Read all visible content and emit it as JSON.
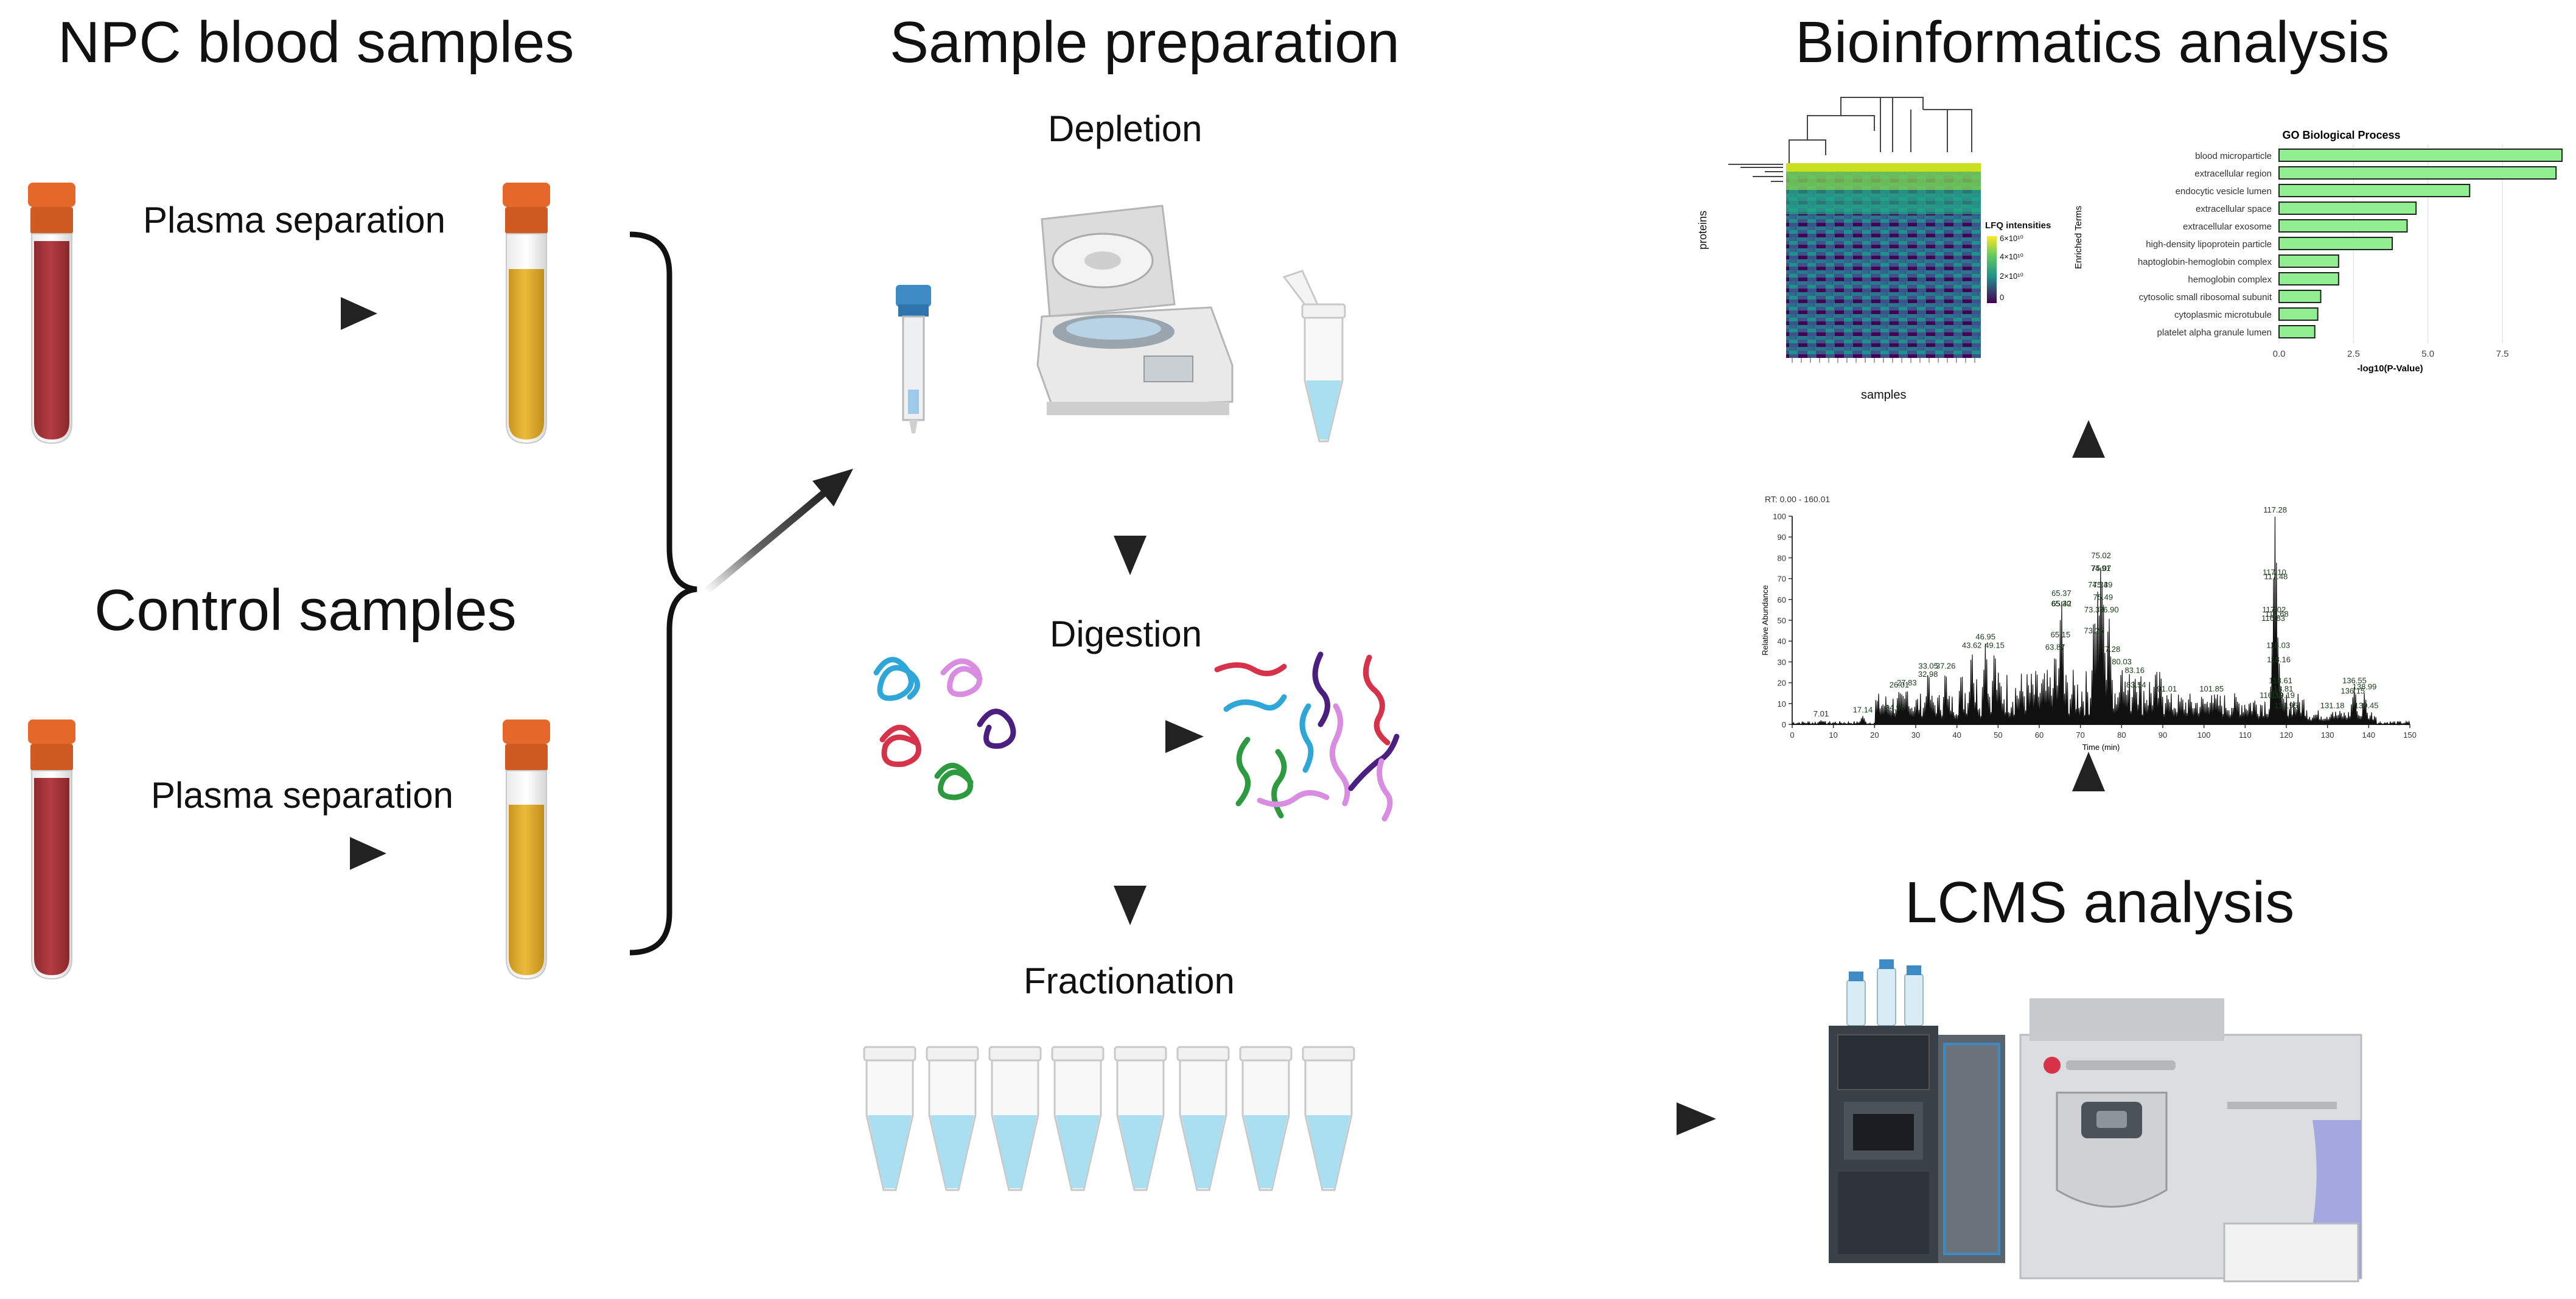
{
  "headings": {
    "npc": "NPC blood samples",
    "control": "Control samples",
    "sample_prep": "Sample preparation",
    "bioinfo": "Bioinformatics analysis",
    "lcms": "LCMS analysis"
  },
  "steps": {
    "plasma_sep_1": "Plasma separation",
    "plasma_sep_2": "Plasma separation",
    "depletion": "Depletion",
    "digestion": "Digestion",
    "fractionation": "Fractionation"
  },
  "colors": {
    "blood": "#a9353a",
    "plasma": "#e2b234",
    "cap": "#e4682a",
    "arrow": "#222222",
    "bar_fill": "#90ee90",
    "tube_liquid": "#a9dff0"
  },
  "heatmap": {
    "legend_title": "LFQ intensities",
    "legend_ticks": [
      "6×10¹⁰",
      "4×10¹⁰",
      "2×10¹⁰",
      "0"
    ],
    "ylabel": "proteins",
    "xlabel": "samples"
  },
  "chart_data": [
    {
      "type": "bar",
      "orientation": "horizontal",
      "title": "GO Biological Process",
      "xlabel": "-log10(P-Value)",
      "ylabel": "Enriched Terms",
      "xlim": [
        0,
        9.5
      ],
      "xticks": [
        "0.0",
        "2.5",
        "5.0",
        "7.5"
      ],
      "categories": [
        "blood microparticle",
        "extracellular region",
        "endocytic vesicle lumen",
        "extracellular space",
        "extracellular exosome",
        "high-density lipoprotein particle",
        "haptoglobin-hemoglobin complex",
        "hemoglobin complex",
        "cytosolic small ribosomal subunit",
        "cytoplasmic microtubule",
        "platelet alpha granule lumen"
      ],
      "values": [
        9.5,
        9.3,
        6.4,
        4.6,
        4.3,
        3.8,
        2.0,
        2.0,
        1.4,
        1.3,
        1.2
      ]
    },
    {
      "type": "line",
      "subtype": "mass chromatogram",
      "header": "RT: 0.00 - 160.01",
      "xlabel": "Time (min)",
      "ylabel": "Relative Abundance",
      "xlim": [
        0,
        150
      ],
      "ylim": [
        0,
        100
      ],
      "xticks": [
        "0",
        "10",
        "20",
        "30",
        "40",
        "50",
        "60",
        "70",
        "80",
        "90",
        "100",
        "110",
        "120",
        "130",
        "140",
        "150"
      ],
      "yticks": [
        "0",
        "10",
        "20",
        "30",
        "40",
        "50",
        "60",
        "70",
        "80",
        "90",
        "100"
      ],
      "peaks": [
        {
          "x": 7.01,
          "y": 2,
          "label": "7.01"
        },
        {
          "x": 17.14,
          "y": 4,
          "label": "17.14"
        },
        {
          "x": 24.96,
          "y": 5,
          "label": "24.96"
        },
        {
          "x": 26.01,
          "y": 16,
          "label": "26.01"
        },
        {
          "x": 27.83,
          "y": 17,
          "label": "27.83"
        },
        {
          "x": 32.98,
          "y": 21,
          "label": "32.98"
        },
        {
          "x": 33.05,
          "y": 25,
          "label": "33.05"
        },
        {
          "x": 37.26,
          "y": 25,
          "label": "37.26"
        },
        {
          "x": 43.62,
          "y": 35,
          "label": "43.62"
        },
        {
          "x": 46.95,
          "y": 39,
          "label": "46.95"
        },
        {
          "x": 49.15,
          "y": 35,
          "label": "49.15"
        },
        {
          "x": 63.87,
          "y": 34,
          "label": "63.87"
        },
        {
          "x": 65.15,
          "y": 40,
          "label": "65.15"
        },
        {
          "x": 65.3,
          "y": 55,
          "label": "65.30"
        },
        {
          "x": 65.37,
          "y": 60,
          "label": "65.37"
        },
        {
          "x": 65.42,
          "y": 55,
          "label": "65.42"
        },
        {
          "x": 73.25,
          "y": 42,
          "label": "73.25"
        },
        {
          "x": 73.33,
          "y": 52,
          "label": "73.33"
        },
        {
          "x": 74.24,
          "y": 64,
          "label": "74.24"
        },
        {
          "x": 74.91,
          "y": 72,
          "label": "74.91"
        },
        {
          "x": 75.02,
          "y": 78,
          "label": "75.02"
        },
        {
          "x": 75.07,
          "y": 72,
          "label": "75.07"
        },
        {
          "x": 75.39,
          "y": 64,
          "label": "75.39"
        },
        {
          "x": 75.49,
          "y": 58,
          "label": "75.49"
        },
        {
          "x": 76.9,
          "y": 52,
          "label": "76.90"
        },
        {
          "x": 77.28,
          "y": 33,
          "label": "77.28"
        },
        {
          "x": 80.03,
          "y": 27,
          "label": "80.03"
        },
        {
          "x": 83.16,
          "y": 23,
          "label": "83.16"
        },
        {
          "x": 83.54,
          "y": 16,
          "label": "83.54"
        },
        {
          "x": 91.01,
          "y": 14,
          "label": "91.01"
        },
        {
          "x": 101.85,
          "y": 14,
          "label": "101.85"
        },
        {
          "x": 116.39,
          "y": 11,
          "label": "116.39"
        },
        {
          "x": 116.83,
          "y": 48,
          "label": "116.83"
        },
        {
          "x": 117.02,
          "y": 52,
          "label": "117.02"
        },
        {
          "x": 117.1,
          "y": 70,
          "label": "117.10"
        },
        {
          "x": 117.28,
          "y": 100,
          "label": "117.28"
        },
        {
          "x": 117.48,
          "y": 68,
          "label": "117.48"
        },
        {
          "x": 117.68,
          "y": 50,
          "label": "117.68"
        },
        {
          "x": 118.03,
          "y": 35,
          "label": "118.03"
        },
        {
          "x": 118.16,
          "y": 28,
          "label": "118.16"
        },
        {
          "x": 118.61,
          "y": 18,
          "label": "118.61"
        },
        {
          "x": 118.81,
          "y": 14,
          "label": "118.81"
        },
        {
          "x": 119.19,
          "y": 11,
          "label": "119.19"
        },
        {
          "x": 119.95,
          "y": 6,
          "label": "119.95"
        },
        {
          "x": 131.18,
          "y": 6,
          "label": "131.18"
        },
        {
          "x": 136.15,
          "y": 13,
          "label": "136.15"
        },
        {
          "x": 136.55,
          "y": 18,
          "label": "136.55"
        },
        {
          "x": 138.99,
          "y": 15,
          "label": "138.99"
        },
        {
          "x": 139.45,
          "y": 6,
          "label": "139.45"
        }
      ]
    }
  ]
}
